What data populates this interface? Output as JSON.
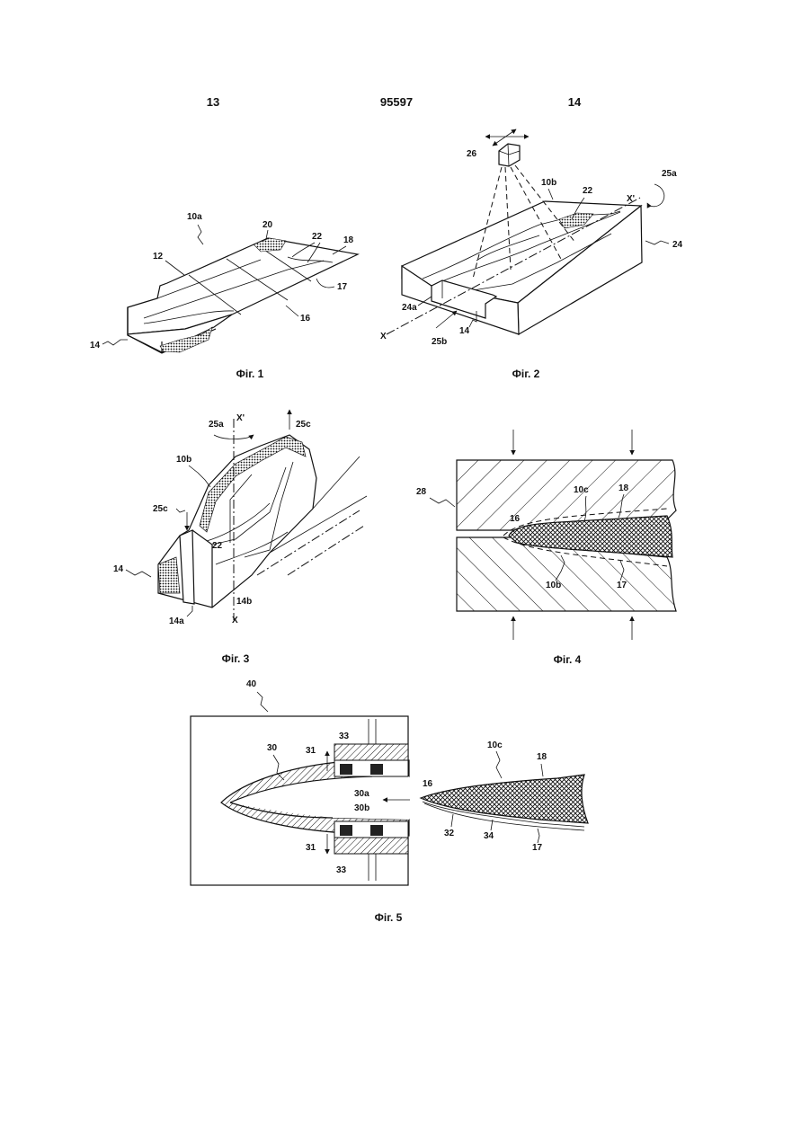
{
  "header": {
    "left_page": "13",
    "doc_number": "95597",
    "right_page": "14"
  },
  "figures": [
    {
      "caption": "Фіг. 1",
      "labels": {
        "l10a": "10a",
        "l12": "12",
        "l14": "14",
        "l16": "16",
        "l17": "17",
        "l18": "18",
        "l20": "20",
        "l22": "22"
      }
    },
    {
      "caption": "Фіг. 2",
      "labels": {
        "l10b": "10b",
        "l14": "14",
        "l22": "22",
        "l24": "24",
        "l24a": "24a",
        "l25a": "25a",
        "l25b": "25b",
        "l26": "26",
        "lX": "X",
        "lX2": "X'"
      }
    },
    {
      "caption": "Фіг. 3",
      "labels": {
        "l10b": "10b",
        "l14": "14",
        "l14a": "14a",
        "l14b": "14b",
        "l22": "22",
        "l25a": "25a",
        "l25c_top": "25c",
        "l25c_left": "25c",
        "lX": "X",
        "lX2": "X'"
      }
    },
    {
      "caption": "Фіг. 4",
      "labels": {
        "l10b": "10b",
        "l10c": "10c",
        "l16": "16",
        "l17": "17",
        "l18": "18",
        "l28": "28"
      }
    },
    {
      "caption": "Фіг. 5",
      "labels": {
        "l10c": "10c",
        "l16": "16",
        "l17": "17",
        "l18": "18",
        "l30": "30",
        "l30a": "30a",
        "l30b": "30b",
        "l31_top": "31",
        "l31_bottom": "31",
        "l32": "32",
        "l33_top": "33",
        "l33_bottom": "33",
        "l34": "34",
        "l40": "40"
      }
    }
  ]
}
